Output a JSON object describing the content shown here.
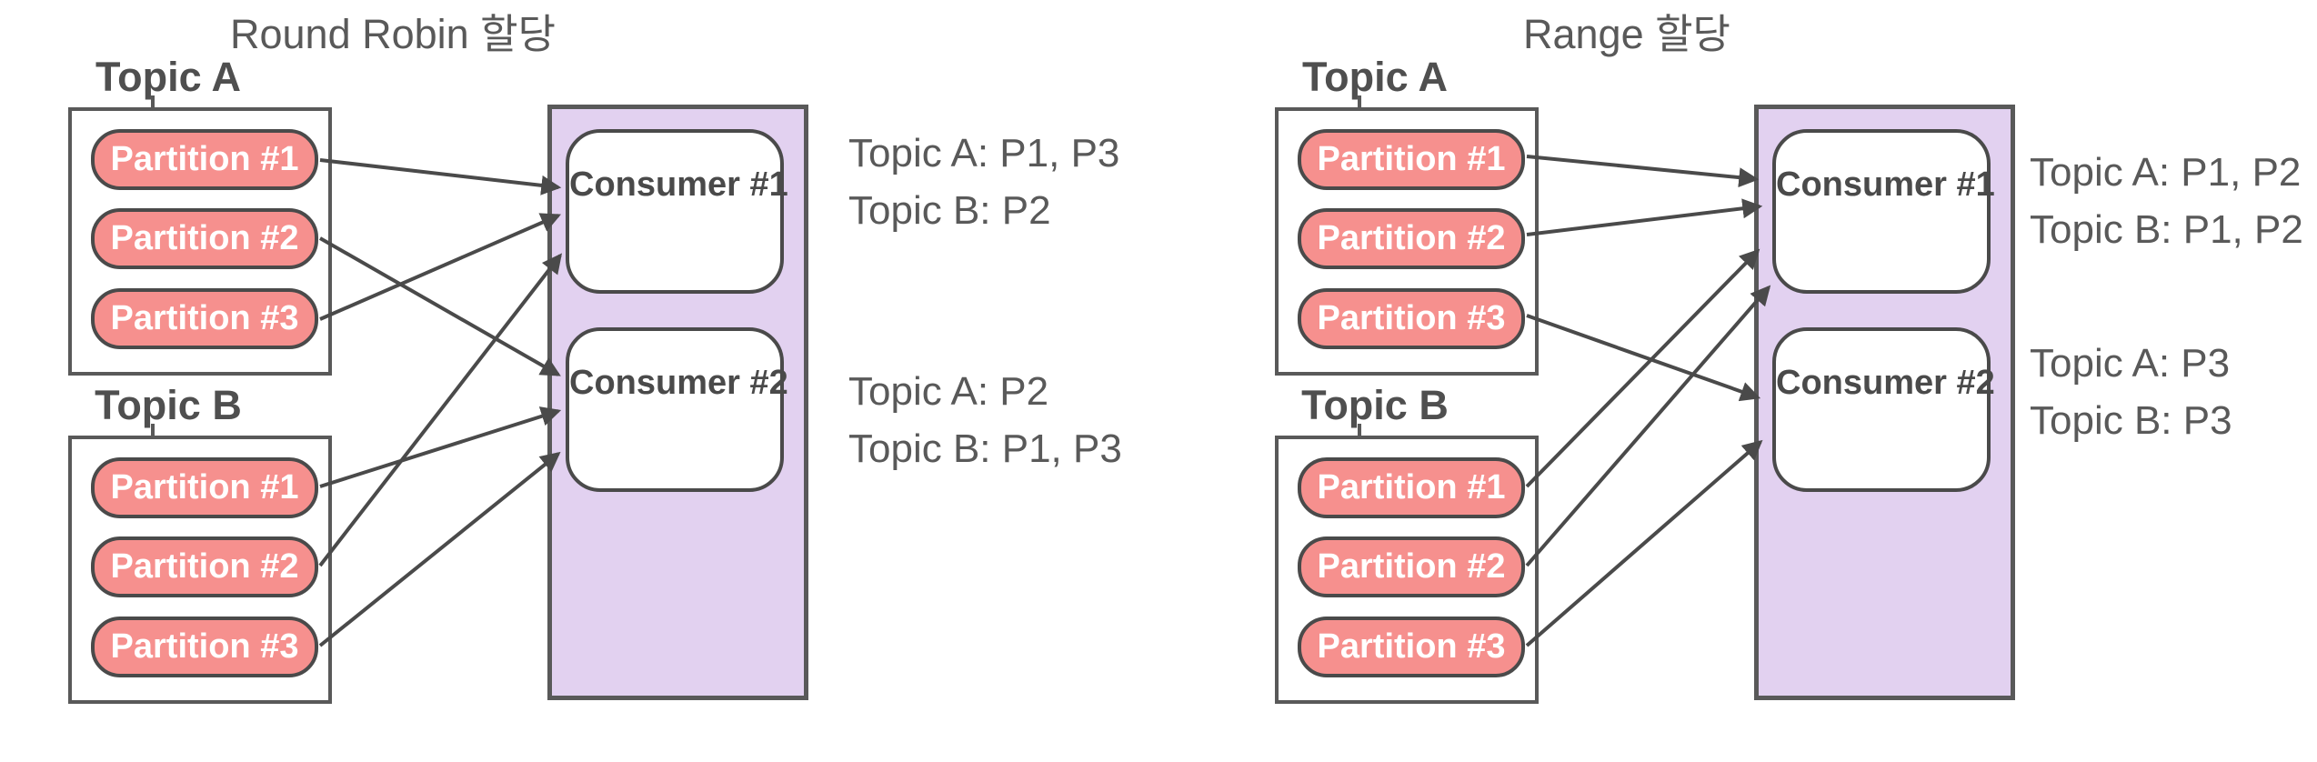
{
  "colors": {
    "background": "#ffffff",
    "partition_fill": "#F6908E",
    "partition_border": "#4a4a4a",
    "partition_text": "#ffffff",
    "topic_box_fill": "#ffffff",
    "topic_box_border": "#595959",
    "consumer_group_fill": "#E2D1F0",
    "consumer_group_border": "#595959",
    "consumer_fill": "#ffffff",
    "consumer_border": "#4a4a4a",
    "text": "#595959",
    "arrow": "#4a4a4a"
  },
  "diagrams": [
    {
      "title": "Round Robin 할당",
      "topics": [
        {
          "name": "Topic A",
          "partitions": [
            "Partition #1",
            "Partition #2",
            "Partition #3"
          ]
        },
        {
          "name": "Topic B",
          "partitions": [
            "Partition #1",
            "Partition #2",
            "Partition #3"
          ]
        }
      ],
      "consumers": [
        {
          "name": "Consumer #1",
          "assignment": [
            "Topic A: P1, P3",
            "Topic B: P2"
          ]
        },
        {
          "name": "Consumer #2",
          "assignment": [
            "Topic A: P2",
            "Topic B: P1, P3"
          ]
        }
      ],
      "connections": [
        {
          "from": "topic-a-partition-1",
          "to": "consumer-1"
        },
        {
          "from": "topic-a-partition-2",
          "to": "consumer-2"
        },
        {
          "from": "topic-a-partition-3",
          "to": "consumer-1"
        },
        {
          "from": "topic-b-partition-1",
          "to": "consumer-2"
        },
        {
          "from": "topic-b-partition-2",
          "to": "consumer-1"
        },
        {
          "from": "topic-b-partition-3",
          "to": "consumer-2"
        }
      ]
    },
    {
      "title": "Range 할당",
      "topics": [
        {
          "name": "Topic A",
          "partitions": [
            "Partition #1",
            "Partition #2",
            "Partition #3"
          ]
        },
        {
          "name": "Topic B",
          "partitions": [
            "Partition #1",
            "Partition #2",
            "Partition #3"
          ]
        }
      ],
      "consumers": [
        {
          "name": "Consumer #1",
          "assignment": [
            "Topic A: P1, P2",
            "Topic B: P1, P2"
          ]
        },
        {
          "name": "Consumer #2",
          "assignment": [
            "Topic A: P3",
            "Topic B: P3"
          ]
        }
      ],
      "connections": [
        {
          "from": "topic-a-partition-1",
          "to": "consumer-1"
        },
        {
          "from": "topic-a-partition-2",
          "to": "consumer-1"
        },
        {
          "from": "topic-a-partition-3",
          "to": "consumer-2"
        },
        {
          "from": "topic-b-partition-1",
          "to": "consumer-1"
        },
        {
          "from": "topic-b-partition-2",
          "to": "consumer-1"
        },
        {
          "from": "topic-b-partition-3",
          "to": "consumer-2"
        }
      ]
    }
  ]
}
